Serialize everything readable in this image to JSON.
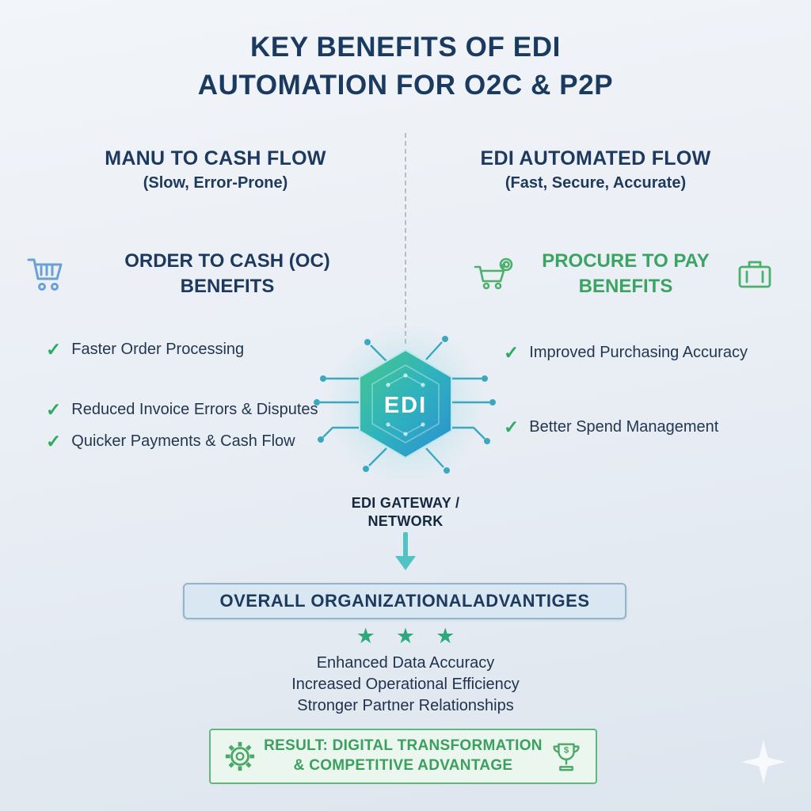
{
  "title": {
    "line1": "KEY BENEFITS OF EDI",
    "line2": "AUTOMATION FOR O2C & P2P"
  },
  "left_column": {
    "heading": "MANU TO CASH FLOW",
    "subheading": "(Slow, Error-Prone)",
    "section_title_line1": "ORDER TO CASH (OC)",
    "section_title_line2": "BENEFITS",
    "items": [
      "Faster Order Processing",
      "Reduced Invoice Errors & Disputes",
      "Quicker Payments & Cash Flow"
    ]
  },
  "right_column": {
    "heading": "EDI AUTOMATED FLOW",
    "subheading": "(Fast, Secure, Accurate)",
    "section_title_line1": "PROCURE TO PAY",
    "section_title_line2": "BENEFITS",
    "items": [
      "Improved Purchasing Accuracy",
      "Better Spend Management"
    ]
  },
  "center": {
    "hex_label": "EDI",
    "gateway_line1": "EDI GATEWAY /",
    "gateway_line2": "NETWORK"
  },
  "overall": {
    "banner": "OVERALL ORGANIZATIONALADVANTIGES",
    "items": [
      "Enhanced Data Accuracy",
      "Increased Operational Efficiency",
      "Stronger Partner Relationships"
    ]
  },
  "result": {
    "line1": "RESULT: DIGITAL TRANSFORMATION",
    "line2": "& COMPETITIVE ADVANTAGE"
  },
  "icons": {
    "check": "✓",
    "star": "★",
    "cart": "shopping-cart",
    "procure": "cart-refresh",
    "briefcase": "briefcase",
    "gear": "gear",
    "trophy": "trophy-dollar",
    "hexagon": "edi-network-hexagon",
    "sparkle": "sparkle"
  },
  "colors": {
    "navy": "#1c3a5e",
    "body_text": "#233750",
    "green": "#3ba463",
    "teal": "#4cc2c6",
    "banner_bg": "#d9e7f2",
    "banner_border": "#94b4cc",
    "result_bg": "#ebf6ee",
    "result_border": "#60b87d",
    "hex_green": "#45c48f",
    "hex_blue": "#2b8fd1"
  }
}
